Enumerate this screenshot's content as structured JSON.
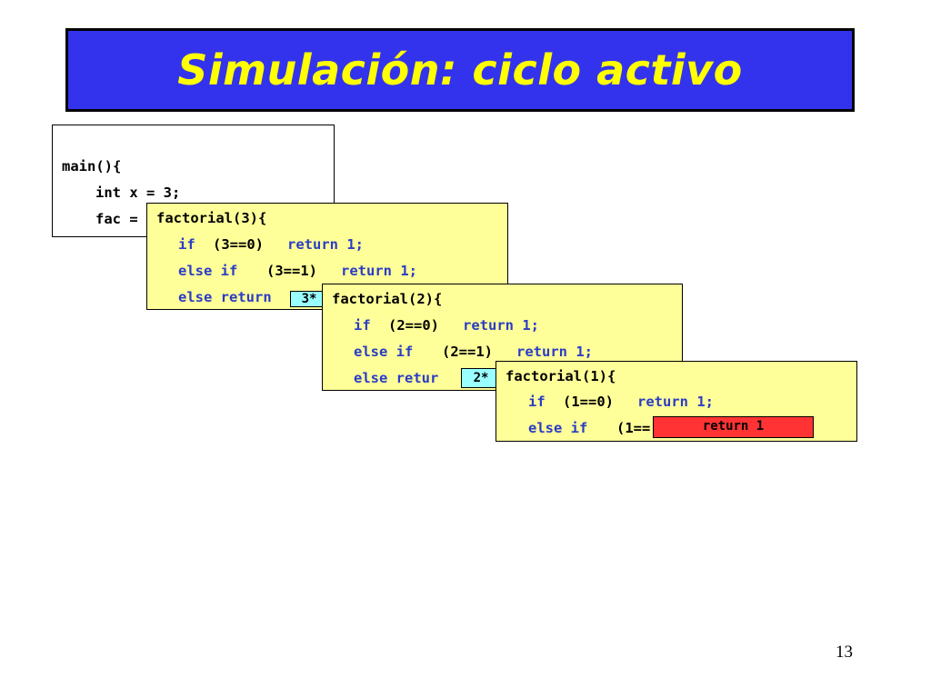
{
  "slide": {
    "title": "Simulación: ciclo activo",
    "page_number": "13"
  },
  "main_box": {
    "lines": [
      "main(){",
      "int x = 3;",
      "fac = "
    ]
  },
  "frame3": {
    "header": "factorial(3){",
    "if_kw": "if",
    "if_cond": "(3==0)",
    "if_ret": "return 1;",
    "elseif_kw": "else if",
    "elseif_cond": "(3==1)",
    "elseif_ret": "return 1;",
    "else_kw": "else return",
    "badge": "3*"
  },
  "frame2": {
    "header": "factorial(2){",
    "if_kw": "if",
    "if_cond": "(2==0)",
    "if_ret": "return 1;",
    "elseif_kw": "else if",
    "elseif_cond": "(2==1)",
    "elseif_ret": "return 1;",
    "else_kw": "else retur",
    "badge": "2*"
  },
  "frame1": {
    "header": "factorial(1){",
    "if_kw": "if",
    "if_cond": "(1==0)",
    "if_ret": "return 1;",
    "elseif_kw": "else if",
    "elseif_cond": "(1==",
    "badge": "return 1"
  },
  "colors": {
    "title_bg": "#3333ee",
    "title_text": "#ffff00",
    "frame_bg": "#ffff99",
    "keyword": "#2b3cc4",
    "badge_cyan": "#99ffff",
    "badge_red": "#ff3333"
  }
}
